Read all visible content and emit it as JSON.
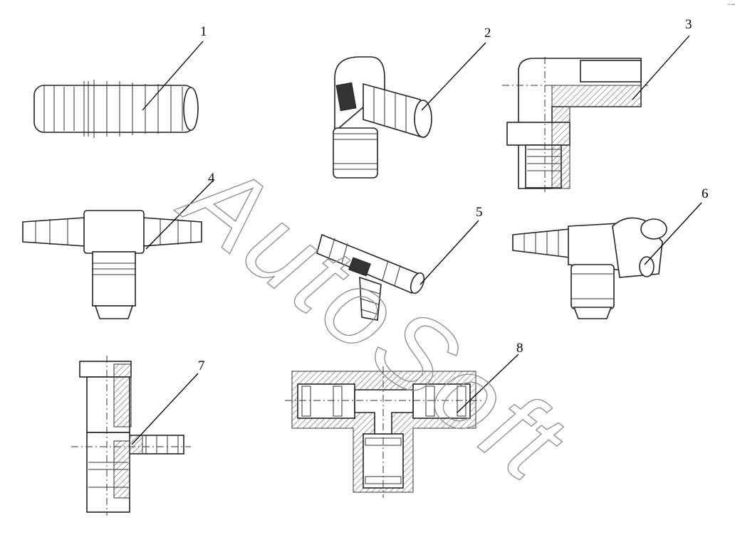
{
  "watermark": "AutoSoft",
  "corner_mark": "•• •••",
  "callouts": [
    {
      "label": "1"
    },
    {
      "label": "2"
    },
    {
      "label": "3"
    },
    {
      "label": "4"
    },
    {
      "label": "5"
    },
    {
      "label": "6"
    },
    {
      "label": "7"
    },
    {
      "label": "8"
    }
  ]
}
